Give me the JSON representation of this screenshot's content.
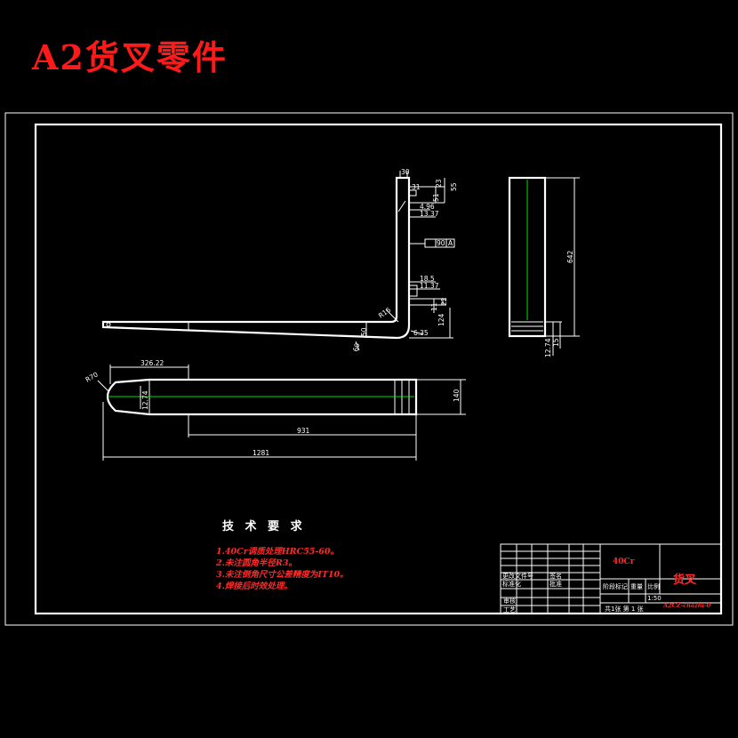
{
  "title": "A2货叉零件",
  "dimensions": {
    "top_30": "30",
    "d31": "31",
    "d23": "23",
    "d51": "51",
    "d55": "55",
    "d4_96": "4.96",
    "d13_37": "13.37",
    "tol": "90",
    "datum": "A",
    "d18_5": "18.5",
    "d11_37": "11.37",
    "d11": "11",
    "d22": "22",
    "d124": "124",
    "d50": "50",
    "d6_35": "6.35",
    "d60": "60",
    "r16": "R16",
    "d642": "642",
    "d12_74_side": "12.74",
    "d15": "15",
    "d326_22": "326.22",
    "r70": "R70",
    "d12_74_plan": "12.74",
    "d140": "140",
    "d931": "931",
    "d1281": "1281"
  },
  "tech": {
    "heading": "技 术 要 求",
    "items": [
      "1.40Cr调质处理HRC55-60。",
      "2.未注圆角半径R3。",
      "3.未注倒角尺寸公差精度为IT10。",
      "4.焊接后时效处理。"
    ]
  },
  "titleblock": {
    "material": "40Cr",
    "part_name": "货叉",
    "stage_label": "阶段标记",
    "weight_label": "重量",
    "scale_label": "比例",
    "scale_value": "1:50",
    "sheet_info": "共1张  第 1 张",
    "review": "审核",
    "process": "工艺",
    "designer": "标准化",
    "approve": "批准",
    "file_no": "更改文件号",
    "sign_date": "签名",
    "drawing_code": "A2CZ-chazhi-0"
  }
}
